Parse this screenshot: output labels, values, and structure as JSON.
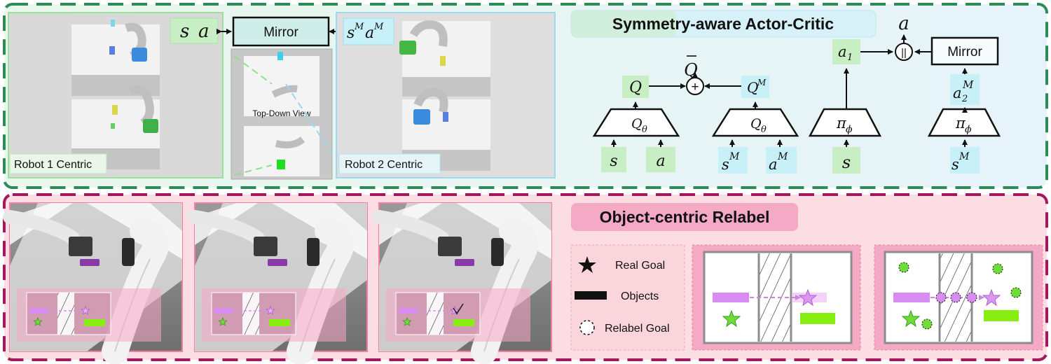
{
  "top_panel": {
    "title": "Symmetry-aware Actor-Critic",
    "robot1_label": "Robot 1 Centric",
    "robot2_label": "Robot 2 Centric",
    "topdown_label": "Top-Down View",
    "mirror_label": "Mirror",
    "sa": {
      "s": "s",
      "a": "a"
    },
    "saM": {
      "s": "s",
      "a": "a",
      "sup": "M"
    },
    "critic": {
      "qbar": "Q",
      "q": "Q",
      "qm": "Q",
      "qm_sup": "M",
      "plus": "+",
      "q_theta_1": "Q",
      "q_theta_2": "Q",
      "theta_sub": "θ",
      "in_s": "s",
      "in_a": "a",
      "in_sM": "s",
      "in_aM": "a",
      "M_sup": "M"
    },
    "actor": {
      "a_out": "a",
      "a1": "a",
      "a1_sub": "1",
      "concat": "||",
      "mirror_label": "Mirror",
      "a2M": "a",
      "a2M_sub": "2",
      "a2M_sup": "M",
      "pi_1": "π",
      "pi_2": "π",
      "phi_sub": "ϕ",
      "in_s": "s",
      "in_sM": "s",
      "M_sup": "M"
    }
  },
  "bottom_panel": {
    "title": "Object-centric Relabel",
    "legend": {
      "real_goal": "Real Goal",
      "objects": "Objects",
      "relabel_goal": "Relabel Goal"
    }
  },
  "colors": {
    "top_border": "#2e8b57",
    "bottom_border": "#a3175c",
    "top_bg": "#eef7f7",
    "bottom_bg": "#fbdde3",
    "green_box": "#c8efc4",
    "blue_box": "#c8f0f8",
    "pink_box": "#f4a9c4",
    "purple_obj": "#d88bf0",
    "lime_obj": "#88ee11",
    "green_star": "#6edc3a",
    "blue_title": "#d6f1f8"
  }
}
